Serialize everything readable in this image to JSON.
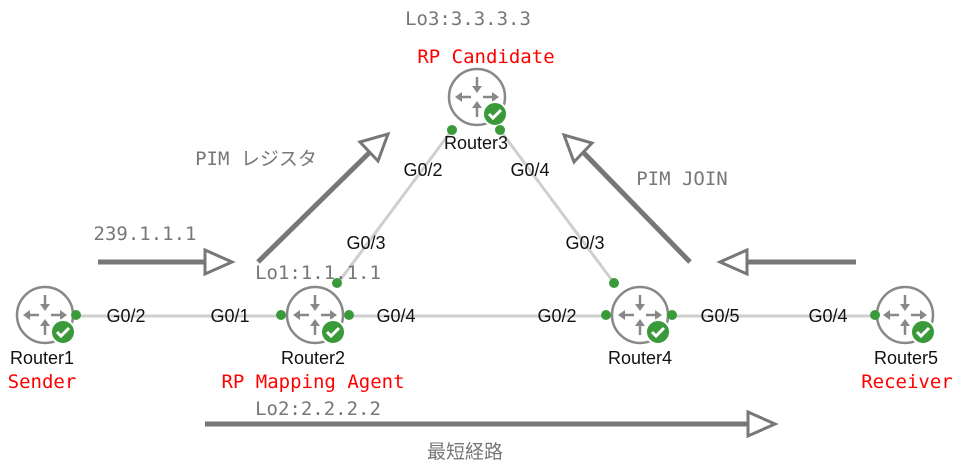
{
  "routers": [
    {
      "name": "Router1",
      "role": "Sender",
      "status": "ok"
    },
    {
      "name": "Router2",
      "role": "RP Mapping Agent",
      "status": "ok",
      "loopbacks": [
        "Lo1:1.1.1.1",
        "Lo2:2.2.2.2"
      ]
    },
    {
      "name": "Router3",
      "role": "RP Candidate",
      "status": "ok",
      "loopbacks": [
        "Lo3:3.3.3.3"
      ]
    },
    {
      "name": "Router4",
      "status": "ok"
    },
    {
      "name": "Router5",
      "role": "Receiver",
      "status": "ok"
    }
  ],
  "interfaces": {
    "r1_g02": "G0/2",
    "r2_g01": "G0/1",
    "r2_g04": "G0/4",
    "r2_g03": "G0/3",
    "r3_g02": "G0/2",
    "r3_g04": "G0/4",
    "r4_g03": "G0/3",
    "r4_g02": "G0/2",
    "r4_g05": "G0/5",
    "r5_g04": "G0/4"
  },
  "annotations": {
    "group": "239.1.1.1",
    "pim_register": "PIM レジスタ",
    "pim_join": "PIM JOIN",
    "spt": "最短経路"
  },
  "colors": {
    "link": "#cfcfcf",
    "port": "#3a9a3a",
    "role": "#ff0000",
    "arrow": "#777777"
  }
}
